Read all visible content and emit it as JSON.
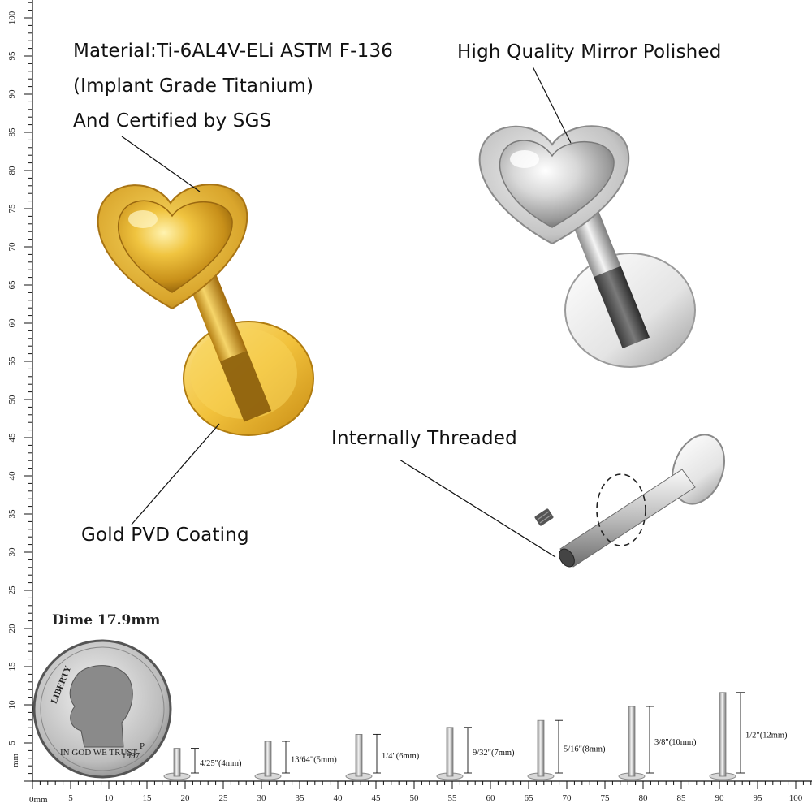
{
  "labels": {
    "material_line1": "Material:Ti-6AL4V-ELi ASTM F-136",
    "material_line2": "(Implant Grade Titanium)",
    "material_line3": "And Certified by SGS",
    "polished": "High Quality Mirror Polished",
    "threaded": "Internally Threaded",
    "coating": "Gold PVD Coating",
    "dime": "Dime 17.9mm"
  },
  "coin": {
    "motto": "LIBERTY",
    "trust": "IN GOD WE TRUST",
    "year": "1997",
    "mint": "P"
  },
  "ruler": {
    "unit_label": "mm",
    "zero_label": "0mm",
    "bottom_ticks": [
      "5",
      "10",
      "15",
      "20",
      "25",
      "30",
      "35",
      "40",
      "45",
      "50",
      "55",
      "60",
      "65",
      "70",
      "75",
      "80",
      "85",
      "90",
      "95",
      "100"
    ],
    "left_ticks": [
      "5",
      "10",
      "15",
      "20",
      "25",
      "30",
      "35",
      "40",
      "45",
      "50",
      "55",
      "60",
      "65",
      "70",
      "75",
      "80",
      "85",
      "90",
      "95",
      "100"
    ]
  },
  "sizes": [
    {
      "label": "4/25\"(4mm)",
      "mm": 4
    },
    {
      "label": "13/64\"(5mm)",
      "mm": 5
    },
    {
      "label": "1/4\"(6mm)",
      "mm": 6
    },
    {
      "label": "9/32\"(7mm)",
      "mm": 7
    },
    {
      "label": "5/16\"(8mm)",
      "mm": 8
    },
    {
      "label": "3/8\"(10mm)",
      "mm": 10
    },
    {
      "label": "1/2\"(12mm)",
      "mm": 12
    }
  ],
  "colors": {
    "gold": "#e0b030",
    "silver": "#c9c9c9",
    "line": "#111111"
  }
}
